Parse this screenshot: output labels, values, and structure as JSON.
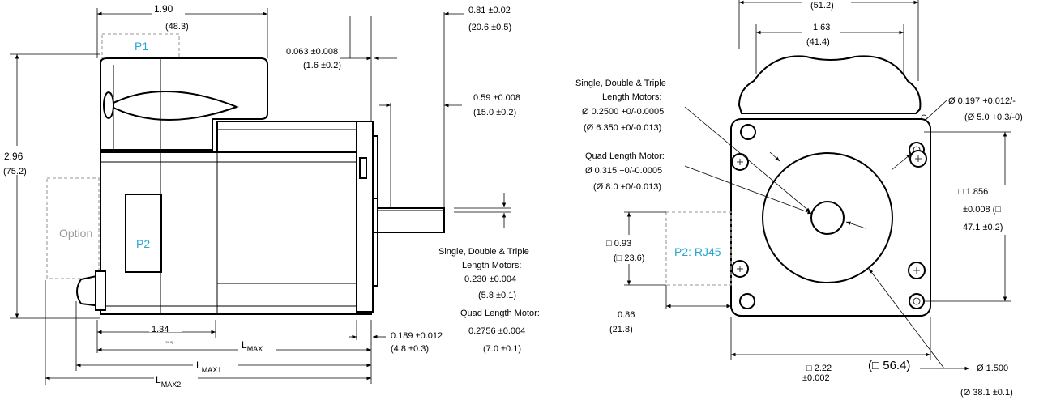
{
  "side_view": {
    "dim_190": "1.90",
    "dim_190_mm": "(48.3)",
    "p1_label": "P1",
    "p2_label": "P2",
    "option_label": "Option",
    "dim_0063": "0.063 ±0.008",
    "dim_0063_mm": "(1.6 ±0.2)",
    "dim_081": "0.81 ±0.02",
    "dim_081_mm": "(20.6 ±0.5)",
    "dim_059": "0.59 ±0.008",
    "dim_059_mm": "(15.0 ±0.2)",
    "dim_296": "2.96",
    "dim_296_mm": "(75.2)",
    "shaft_note_1": "Single, Double & Triple",
    "shaft_note_2": "Length Motors:",
    "shaft_note_3": "0.230 ±0.004",
    "shaft_note_4": "(5.8 ±0.1)",
    "quad_note_1": "Quad Length Motor:",
    "quad_note_2": "0.2756 ±0.004",
    "quad_note_3": "(7.0 ±0.1)",
    "dim_134": "1.34",
    "dim_134_mm": "(34.0)",
    "dim_0189": "0.189 ±0.012",
    "dim_0189_mm": "(4.8 ±0.3)",
    "lmax": "L",
    "lmax_sub": "MAX",
    "lmax1": "L",
    "lmax1_sub": "MAX1",
    "lmax2": "L",
    "lmax2_sub": "MAX2"
  },
  "front_view": {
    "dim_512_mm": "(51.2)",
    "dim_163": "1.63",
    "dim_163_mm": "(41.4)",
    "shaft_dia_1": "Single, Double & Triple",
    "shaft_dia_2": "Length Motors:",
    "shaft_dia_3": "Ø 0.2500 +0/-0.0005",
    "shaft_dia_4": "(Ø 6.350 +0/-0.013)",
    "quad_dia_1": "Quad Length Motor:",
    "quad_dia_2": "Ø 0.315 +0/-0.0005",
    "quad_dia_3": "(Ø 8.0 +0/-0.013)",
    "hole_dia_1": "Ø 0.197 +0.012/-",
    "hole_dia_2": "(Ø 5.0 +0.3/-0)",
    "bolt_1": "□  1.856",
    "bolt_2": "±0.008  (□",
    "bolt_3": "47.1 ±0.2)",
    "rj45_size_1": "□  0.93",
    "rj45_size_2": "(□ 23.6)",
    "p2_rj45": "P2: RJ45",
    "dim_086": "0.86",
    "dim_086_mm": "(21.8)",
    "square_1": "□  2.22",
    "square_2": "±0.002",
    "square_mm": "(□ 56.4)",
    "pilot_dia": "Ø 1.500",
    "pilot_dia_mm": "(Ø 38.1 ±0.1)"
  }
}
